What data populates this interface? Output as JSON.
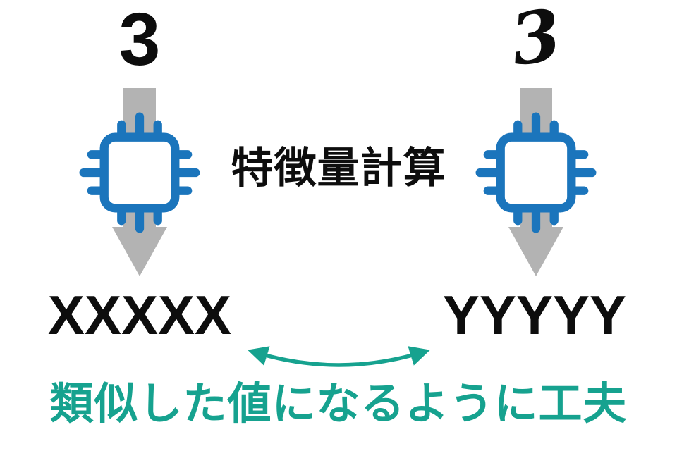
{
  "colors": {
    "chip_blue": "#1b75bc",
    "arrow_gray": "#b3b3b3",
    "accent_teal": "#16a28f",
    "text_black": "#0d0d0d",
    "background": "#ffffff"
  },
  "left_column": {
    "input_digit": "3",
    "output_value": "XXXXX"
  },
  "right_column": {
    "input_digit": "3",
    "output_value": "YYYYY"
  },
  "center": {
    "process_label": "特徴量計算"
  },
  "footer": {
    "caption": "類似した値になるように工夫"
  },
  "icons": {
    "left_chip": "chip-icon",
    "right_chip": "chip-icon",
    "left_arrow": "down-arrow-icon",
    "right_arrow": "down-arrow-icon",
    "similarity_arrow": "double-headed-curved-arrow-icon"
  }
}
